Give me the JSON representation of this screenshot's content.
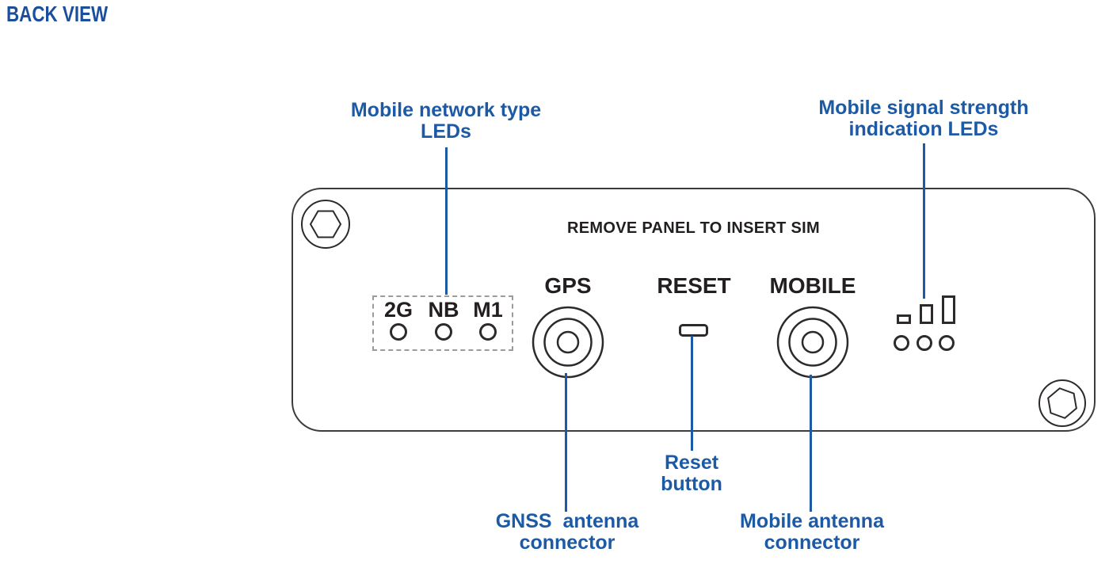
{
  "page": {
    "title": "BACK VIEW"
  },
  "colors": {
    "accent_blue": "#1c5aa6",
    "ink_dark": "#231f20",
    "panel_outline": "#3c3c3c",
    "dashed_box_gray": "#9b9b9b"
  },
  "callouts": {
    "network_leds": {
      "line1": "Mobile network type",
      "line2": "LEDs"
    },
    "signal_leds": {
      "line1": "Mobile signal strength",
      "line2": "indication LEDs"
    },
    "reset_button": {
      "line1": "Reset",
      "line2": "button"
    },
    "gnss_connector": {
      "line1": "GNSS  antenna",
      "line2": "connector"
    },
    "mobile_connector": {
      "line1": "Mobile antenna",
      "line2": "connector"
    }
  },
  "panel": {
    "sim_notice": "REMOVE PANEL TO INSERT SIM",
    "gps_label": "GPS",
    "reset_label": "RESET",
    "mobile_label": "MOBILE",
    "network_type_leds": [
      "2G",
      "NB",
      "M1"
    ]
  },
  "icons": {
    "screws": "hex-screw-icon",
    "antenna_connectors": "coax-connector-icon",
    "signal_bars": "signal-strength-bars-icon"
  }
}
